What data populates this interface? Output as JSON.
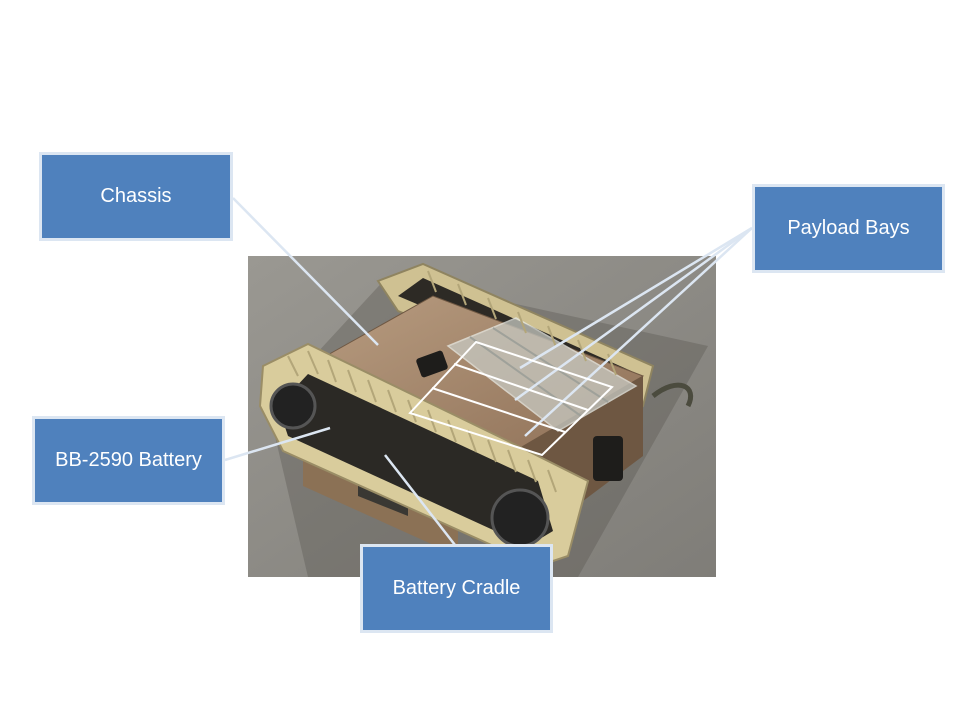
{
  "colors": {
    "callout_fill": "#4f81bd",
    "callout_border": "#dce6f2",
    "leader_line": "#dce6f2",
    "track": "#d9cc9c",
    "chassis_plate": "#a88a6e",
    "floor": "#8e8c86"
  },
  "photo": {
    "subject": "tracked robot chassis",
    "icon": "tracked-robot-photo"
  },
  "labels": {
    "chassis": "Chassis",
    "payload_bays": "Payload Bays",
    "battery": "BB-2590 Battery",
    "cradle": "Battery Cradle"
  }
}
